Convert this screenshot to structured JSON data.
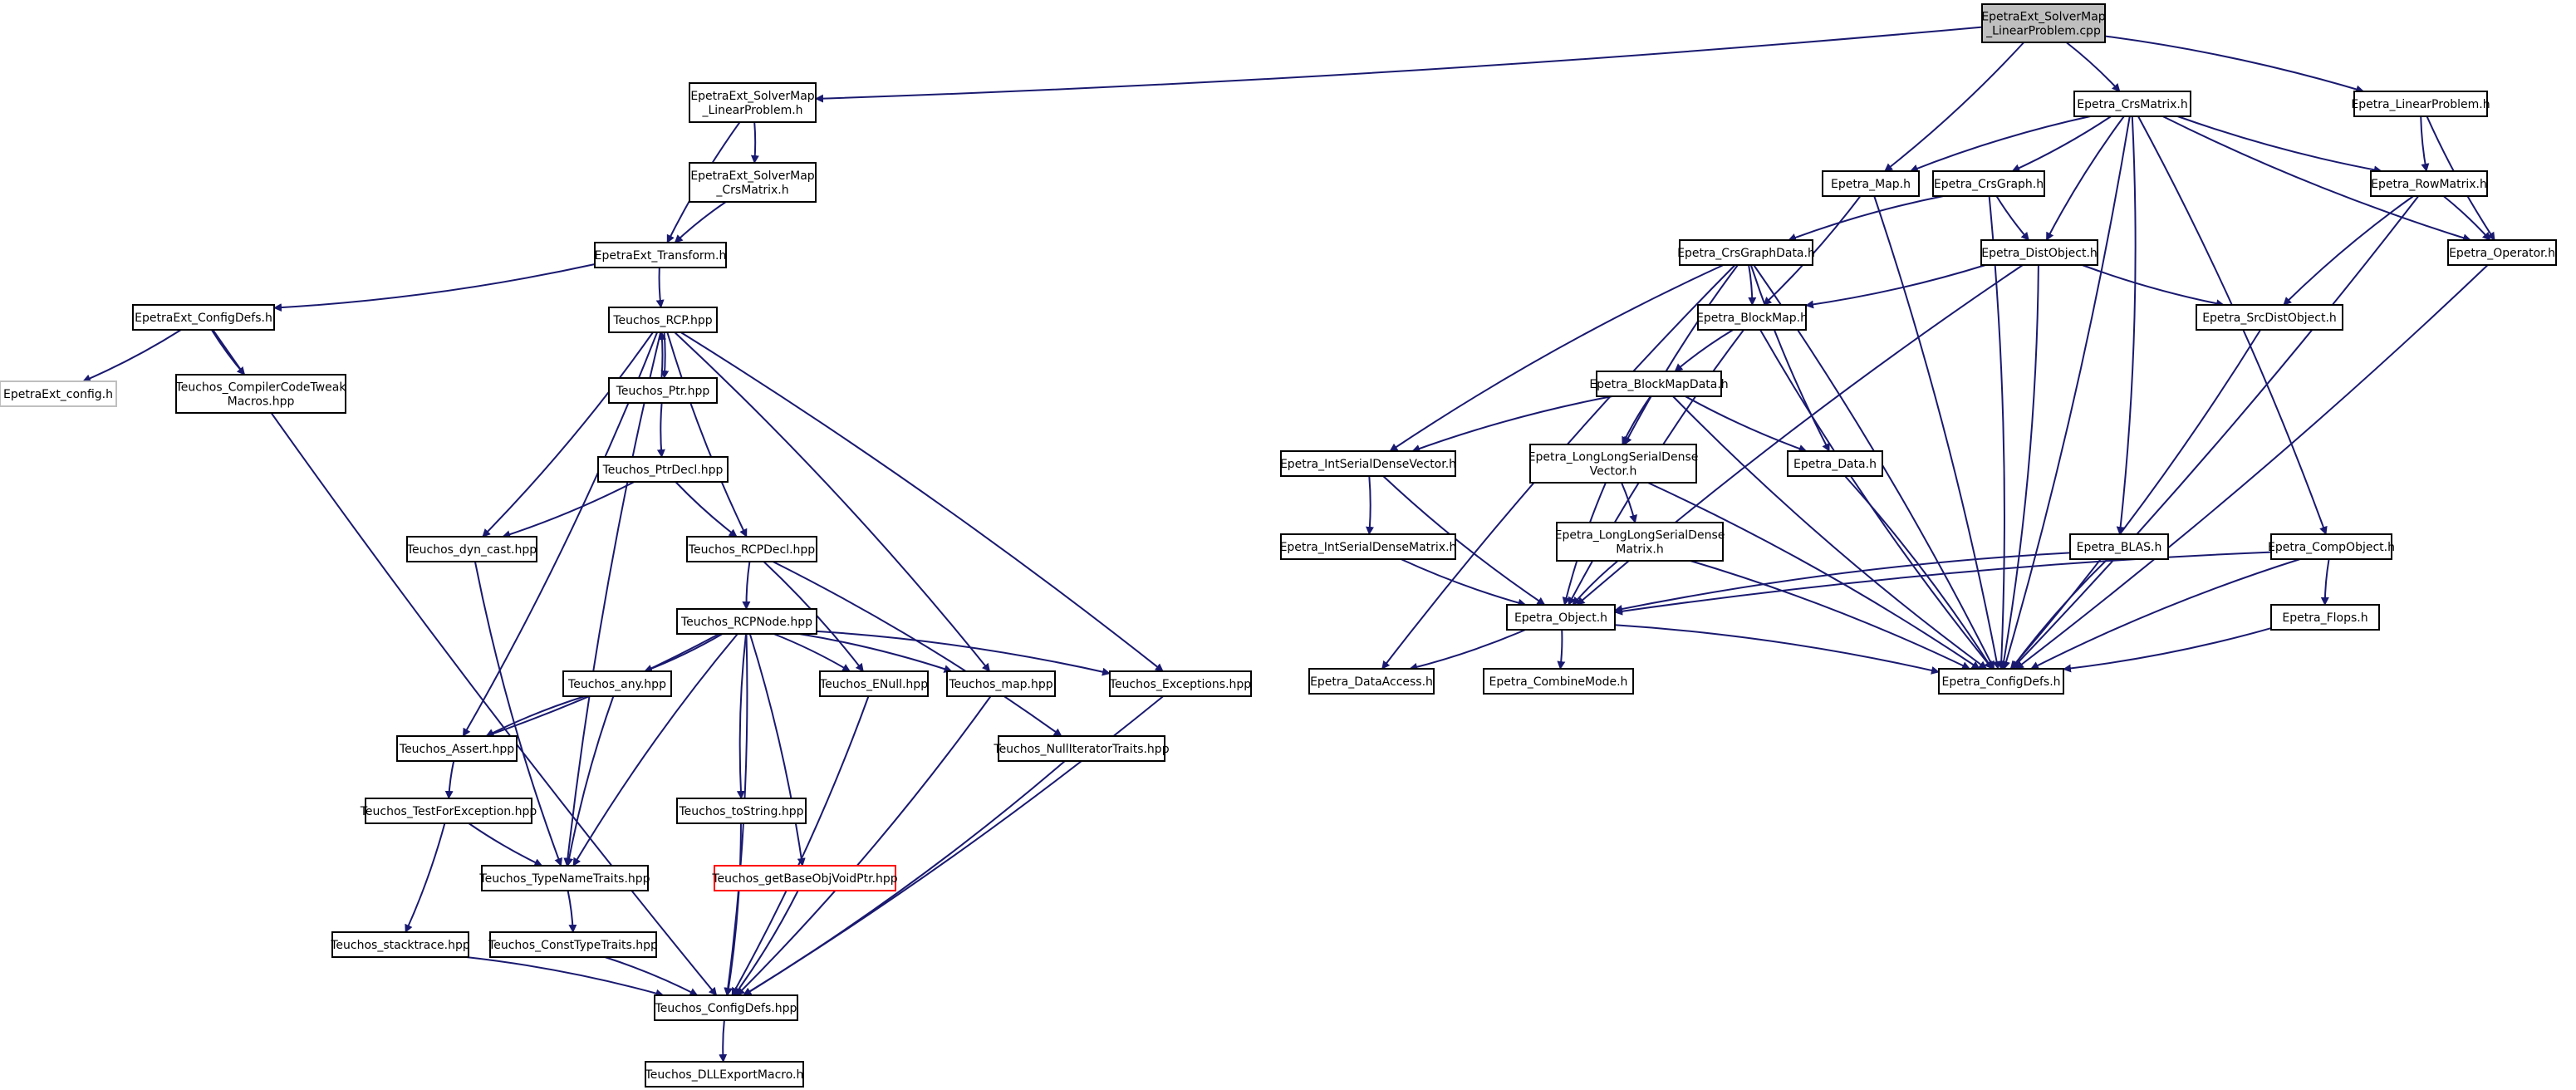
{
  "colors": {
    "edge": "#191970",
    "node_border": "#000000",
    "root_fill": "#bfbfbf",
    "node_fill": "#ffffff",
    "external_border": "#bfbfbf",
    "truncated_border": "#ff0000"
  },
  "nodes": [
    {
      "id": "root",
      "lines": [
        "EpetraExt_SolverMap",
        "_LinearProblem.cpp"
      ],
      "style": "root"
    },
    {
      "id": "ext_slp_h",
      "lines": [
        "EpetraExt_SolverMap",
        "_LinearProblem.h"
      ]
    },
    {
      "id": "ext_scm_h",
      "lines": [
        "EpetraExt_SolverMap",
        "_CrsMatrix.h"
      ]
    },
    {
      "id": "ext_transform",
      "lines": [
        "EpetraExt_Transform.h"
      ]
    },
    {
      "id": "ext_configdefs",
      "lines": [
        "EpetraExt_ConfigDefs.h"
      ]
    },
    {
      "id": "ext_config",
      "lines": [
        "EpetraExt_config.h"
      ],
      "style": "external"
    },
    {
      "id": "t_cctm",
      "lines": [
        "Teuchos_CompilerCodeTweak",
        "Macros.hpp"
      ]
    },
    {
      "id": "t_rcp",
      "lines": [
        "Teuchos_RCP.hpp"
      ]
    },
    {
      "id": "t_ptr",
      "lines": [
        "Teuchos_Ptr.hpp"
      ]
    },
    {
      "id": "t_ptrdecl",
      "lines": [
        "Teuchos_PtrDecl.hpp"
      ]
    },
    {
      "id": "t_dyncast",
      "lines": [
        "Teuchos_dyn_cast.hpp"
      ]
    },
    {
      "id": "t_rcpdecl",
      "lines": [
        "Teuchos_RCPDecl.hpp"
      ]
    },
    {
      "id": "t_rcpnode",
      "lines": [
        "Teuchos_RCPNode.hpp"
      ]
    },
    {
      "id": "t_any",
      "lines": [
        "Teuchos_any.hpp"
      ]
    },
    {
      "id": "t_enull",
      "lines": [
        "Teuchos_ENull.hpp"
      ]
    },
    {
      "id": "t_map",
      "lines": [
        "Teuchos_map.hpp"
      ]
    },
    {
      "id": "t_exceptions",
      "lines": [
        "Teuchos_Exceptions.hpp"
      ]
    },
    {
      "id": "t_assert",
      "lines": [
        "Teuchos_Assert.hpp"
      ]
    },
    {
      "id": "t_nullit",
      "lines": [
        "Teuchos_NullIteratorTraits.hpp"
      ]
    },
    {
      "id": "t_testforexc",
      "lines": [
        "Teuchos_TestForException.hpp"
      ]
    },
    {
      "id": "t_tostring",
      "lines": [
        "Teuchos_toString.hpp"
      ]
    },
    {
      "id": "t_getbase",
      "lines": [
        "Teuchos_getBaseObjVoidPtr.hpp"
      ],
      "style": "truncated"
    },
    {
      "id": "t_typename",
      "lines": [
        "Teuchos_TypeNameTraits.hpp"
      ]
    },
    {
      "id": "t_stacktrace",
      "lines": [
        "Teuchos_stacktrace.hpp"
      ]
    },
    {
      "id": "t_consttype",
      "lines": [
        "Teuchos_ConstTypeTraits.hpp"
      ]
    },
    {
      "id": "t_configdefs",
      "lines": [
        "Teuchos_ConfigDefs.hpp"
      ]
    },
    {
      "id": "t_dllexport",
      "lines": [
        "Teuchos_DLLExportMacro.h"
      ]
    },
    {
      "id": "e_crsmatrix",
      "lines": [
        "Epetra_CrsMatrix.h"
      ]
    },
    {
      "id": "e_linearproblem",
      "lines": [
        "Epetra_LinearProblem.h"
      ]
    },
    {
      "id": "e_map",
      "lines": [
        "Epetra_Map.h"
      ]
    },
    {
      "id": "e_crsgraph",
      "lines": [
        "Epetra_CrsGraph.h"
      ]
    },
    {
      "id": "e_rowmatrix",
      "lines": [
        "Epetra_RowMatrix.h"
      ]
    },
    {
      "id": "e_crsgraphdata",
      "lines": [
        "Epetra_CrsGraphData.h"
      ]
    },
    {
      "id": "e_distobject",
      "lines": [
        "Epetra_DistObject.h"
      ]
    },
    {
      "id": "e_operator",
      "lines": [
        "Epetra_Operator.h"
      ]
    },
    {
      "id": "e_blockmap",
      "lines": [
        "Epetra_BlockMap.h"
      ]
    },
    {
      "id": "e_srcdistobject",
      "lines": [
        "Epetra_SrcDistObject.h"
      ]
    },
    {
      "id": "e_blockmapdata",
      "lines": [
        "Epetra_BlockMapData.h"
      ]
    },
    {
      "id": "e_intserialvec",
      "lines": [
        "Epetra_IntSerialDenseVector.h"
      ]
    },
    {
      "id": "e_llserialvec",
      "lines": [
        "Epetra_LongLongSerialDense",
        "Vector.h"
      ]
    },
    {
      "id": "e_data",
      "lines": [
        "Epetra_Data.h"
      ]
    },
    {
      "id": "e_intserialmat",
      "lines": [
        "Epetra_IntSerialDenseMatrix.h"
      ]
    },
    {
      "id": "e_llserialmat",
      "lines": [
        "Epetra_LongLongSerialDense",
        "Matrix.h"
      ]
    },
    {
      "id": "e_blas",
      "lines": [
        "Epetra_BLAS.h"
      ]
    },
    {
      "id": "e_compobject",
      "lines": [
        "Epetra_CompObject.h"
      ]
    },
    {
      "id": "e_object",
      "lines": [
        "Epetra_Object.h"
      ]
    },
    {
      "id": "e_flops",
      "lines": [
        "Epetra_Flops.h"
      ]
    },
    {
      "id": "e_dataaccess",
      "lines": [
        "Epetra_DataAccess.h"
      ]
    },
    {
      "id": "e_combinemode",
      "lines": [
        "Epetra_CombineMode.h"
      ]
    },
    {
      "id": "e_configdefs",
      "lines": [
        "Epetra_ConfigDefs.h"
      ]
    }
  ],
  "edges": [
    [
      "root",
      "ext_slp_h"
    ],
    [
      "root",
      "e_map"
    ],
    [
      "root",
      "e_crsmatrix"
    ],
    [
      "root",
      "e_linearproblem"
    ],
    [
      "ext_slp_h",
      "ext_scm_h"
    ],
    [
      "ext_slp_h",
      "ext_transform"
    ],
    [
      "ext_scm_h",
      "ext_transform"
    ],
    [
      "ext_transform",
      "ext_configdefs"
    ],
    [
      "ext_transform",
      "t_rcp"
    ],
    [
      "ext_configdefs",
      "ext_config"
    ],
    [
      "ext_configdefs",
      "t_cctm"
    ],
    [
      "ext_configdefs",
      "t_configdefs"
    ],
    [
      "t_rcp",
      "t_ptr"
    ],
    [
      "t_ptr",
      "t_rcp"
    ],
    [
      "t_rcp",
      "t_dyncast"
    ],
    [
      "t_rcp",
      "t_assert"
    ],
    [
      "t_rcp",
      "t_rcpdecl"
    ],
    [
      "t_rcp",
      "t_map"
    ],
    [
      "t_rcp",
      "t_exceptions"
    ],
    [
      "t_rcp",
      "t_typename"
    ],
    [
      "t_ptr",
      "t_ptrdecl"
    ],
    [
      "t_ptrdecl",
      "t_dyncast"
    ],
    [
      "t_ptrdecl",
      "t_rcpdecl"
    ],
    [
      "t_dyncast",
      "t_typename"
    ],
    [
      "t_rcpdecl",
      "t_rcpnode"
    ],
    [
      "t_rcpdecl",
      "t_enull"
    ],
    [
      "t_rcpdecl",
      "t_nullit"
    ],
    [
      "t_rcpnode",
      "t_any"
    ],
    [
      "t_rcpnode",
      "t_assert"
    ],
    [
      "t_rcpnode",
      "t_enull"
    ],
    [
      "t_rcpnode",
      "t_map"
    ],
    [
      "t_rcpnode",
      "t_exceptions"
    ],
    [
      "t_rcpnode",
      "t_tostring"
    ],
    [
      "t_rcpnode",
      "t_getbase"
    ],
    [
      "t_rcpnode",
      "t_typename"
    ],
    [
      "t_rcpnode",
      "t_configdefs"
    ],
    [
      "t_any",
      "t_assert"
    ],
    [
      "t_any",
      "t_typename"
    ],
    [
      "t_assert",
      "t_testforexc"
    ],
    [
      "t_testforexc",
      "t_typename"
    ],
    [
      "t_testforexc",
      "t_stacktrace"
    ],
    [
      "t_typename",
      "t_consttype"
    ],
    [
      "t_consttype",
      "t_configdefs"
    ],
    [
      "t_stacktrace",
      "t_configdefs"
    ],
    [
      "t_tostring",
      "t_configdefs"
    ],
    [
      "t_getbase",
      "t_configdefs"
    ],
    [
      "t_enull",
      "t_configdefs"
    ],
    [
      "t_map",
      "t_configdefs"
    ],
    [
      "t_exceptions",
      "t_configdefs"
    ],
    [
      "t_nullit",
      "t_configdefs"
    ],
    [
      "t_configdefs",
      "t_dllexport"
    ],
    [
      "e_crsmatrix",
      "e_map"
    ],
    [
      "e_crsmatrix",
      "e_crsgraph"
    ],
    [
      "e_crsmatrix",
      "e_distobject"
    ],
    [
      "e_crsmatrix",
      "e_rowmatrix"
    ],
    [
      "e_crsmatrix",
      "e_operator"
    ],
    [
      "e_crsmatrix",
      "e_blas"
    ],
    [
      "e_crsmatrix",
      "e_compobject"
    ],
    [
      "e_crsmatrix",
      "e_configdefs"
    ],
    [
      "e_linearproblem",
      "e_rowmatrix"
    ],
    [
      "e_linearproblem",
      "e_operator"
    ],
    [
      "e_map",
      "e_blockmap"
    ],
    [
      "e_map",
      "e_configdefs"
    ],
    [
      "e_crsgraph",
      "e_crsgraphdata"
    ],
    [
      "e_crsgraph",
      "e_distobject"
    ],
    [
      "e_crsgraph",
      "e_configdefs"
    ],
    [
      "e_rowmatrix",
      "e_operator"
    ],
    [
      "e_rowmatrix",
      "e_srcdistobject"
    ],
    [
      "e_rowmatrix",
      "e_configdefs"
    ],
    [
      "e_crsgraphdata",
      "e_blockmap"
    ],
    [
      "e_crsgraphdata",
      "e_data"
    ],
    [
      "e_crsgraphdata",
      "e_intserialvec"
    ],
    [
      "e_crsgraphdata",
      "e_llserialvec"
    ],
    [
      "e_crsgraphdata",
      "e_dataaccess"
    ],
    [
      "e_crsgraphdata",
      "e_configdefs"
    ],
    [
      "e_distobject",
      "e_blockmap"
    ],
    [
      "e_distobject",
      "e_srcdistobject"
    ],
    [
      "e_distobject",
      "e_object"
    ],
    [
      "e_distobject",
      "e_configdefs"
    ],
    [
      "e_operator",
      "e_configdefs"
    ],
    [
      "e_srcdistobject",
      "e_configdefs"
    ],
    [
      "e_blockmap",
      "e_blockmapdata"
    ],
    [
      "e_blockmap",
      "e_object"
    ],
    [
      "e_blockmap",
      "e_configdefs"
    ],
    [
      "e_blockmapdata",
      "e_data"
    ],
    [
      "e_blockmapdata",
      "e_intserialvec"
    ],
    [
      "e_blockmapdata",
      "e_llserialvec"
    ],
    [
      "e_blockmapdata",
      "e_configdefs"
    ],
    [
      "e_intserialvec",
      "e_intserialmat"
    ],
    [
      "e_intserialvec",
      "e_object"
    ],
    [
      "e_llserialvec",
      "e_llserialmat"
    ],
    [
      "e_llserialvec",
      "e_object"
    ],
    [
      "e_llserialvec",
      "e_configdefs"
    ],
    [
      "e_intserialmat",
      "e_object"
    ],
    [
      "e_llserialmat",
      "e_object"
    ],
    [
      "e_llserialmat",
      "e_configdefs"
    ],
    [
      "e_data",
      "e_configdefs"
    ],
    [
      "e_blas",
      "e_object"
    ],
    [
      "e_blas",
      "e_configdefs"
    ],
    [
      "e_compobject",
      "e_object"
    ],
    [
      "e_compobject",
      "e_flops"
    ],
    [
      "e_compobject",
      "e_configdefs"
    ],
    [
      "e_flops",
      "e_configdefs"
    ],
    [
      "e_object",
      "e_dataaccess"
    ],
    [
      "e_object",
      "e_combinemode"
    ],
    [
      "e_object",
      "e_configdefs"
    ]
  ]
}
